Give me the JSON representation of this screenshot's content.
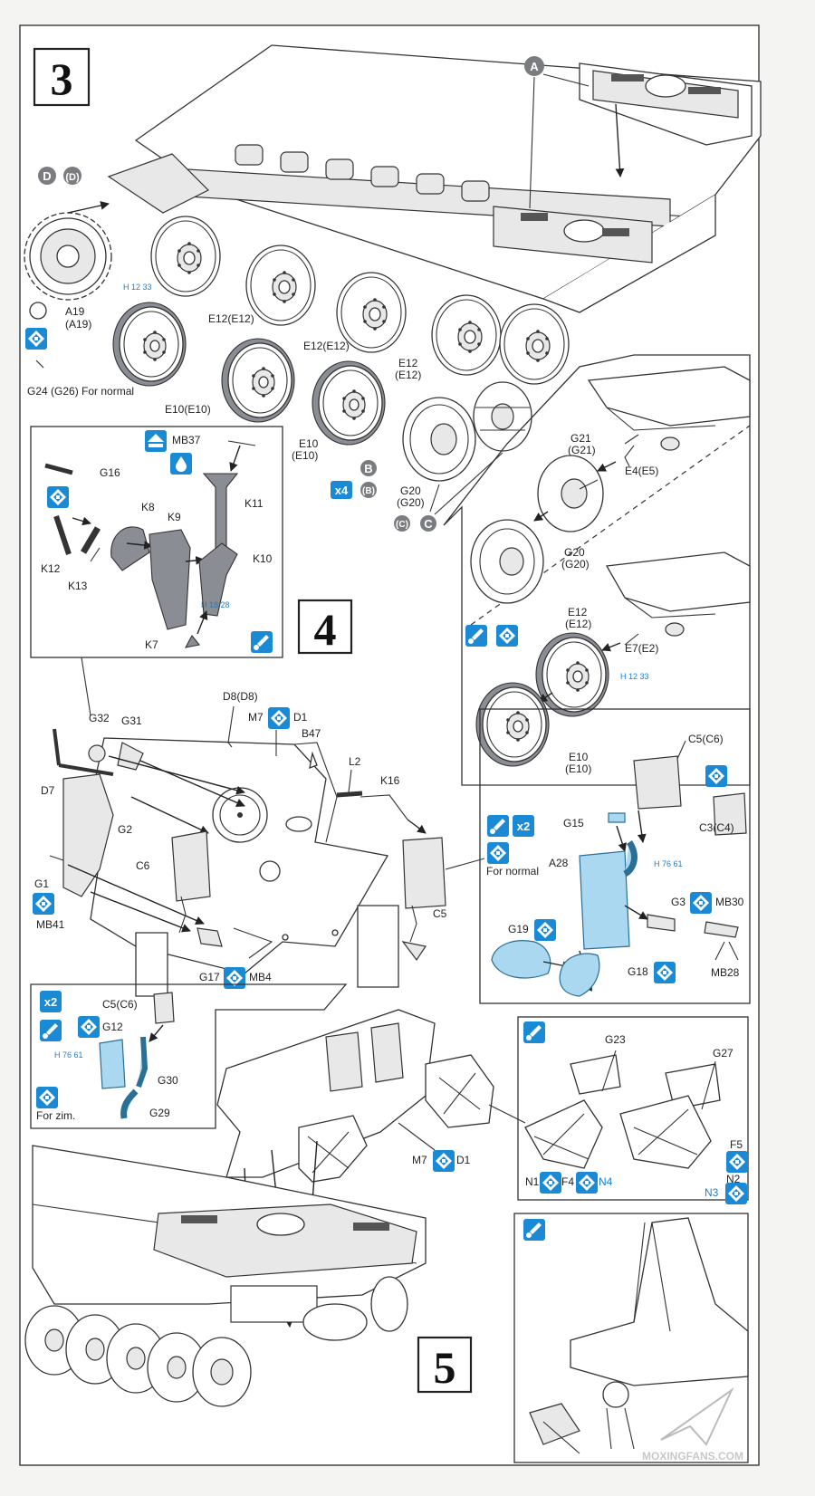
{
  "steps": {
    "step3": "3",
    "step4": "4",
    "step5": "5"
  },
  "callouts": {
    "A": "A",
    "B": "B",
    "B_paren": "(B)",
    "C": "C",
    "C_paren": "(C)",
    "D": "D",
    "D_paren": "(D)",
    "x4": "x4",
    "x2": "x2",
    "x2b": "x2"
  },
  "labels": {
    "a19": "A19",
    "a19p": "(A19)",
    "g24": "G24 (G26) For normal",
    "e10_1": "E10(E10)",
    "e12_1": "E12(E12)",
    "e12_2": "E12(E12)",
    "e12_3a": "E12",
    "e12_3b": "(E12)",
    "e10_2a": "E10",
    "e10_2b": "(E10)",
    "g20a": "G20",
    "g20b": "(G20)",
    "h_1233": "H 12 33",
    "g21a": "G21",
    "g21b": "(G21)",
    "e4e5": "E4(E5)",
    "g20c": "G20",
    "g20d": "(G20)",
    "e12_4a": "E12",
    "e12_4b": "(E12)",
    "e7e2": "E7(E2)",
    "h_1233b": "H 12 33",
    "e10_3a": "E10",
    "e10_3b": "(E10)",
    "mb37": "MB37",
    "g16": "G16",
    "k11": "K11",
    "k8": "K8",
    "k9": "K9",
    "k10": "K10",
    "k12": "K12",
    "k13": "K13",
    "h_1828": "H 18 28",
    "k7": "K7",
    "d8": "D8(D8)",
    "m7": "M7",
    "d1": "D1",
    "b47": "B47",
    "l2": "L2",
    "k16": "K16",
    "g32": "G32",
    "g31": "G31",
    "d7": "D7",
    "g2": "G2",
    "c6": "C6",
    "g1": "G1",
    "mb41": "MB41",
    "c5": "C5",
    "g17": "G17",
    "mb4": "MB4",
    "c5c6": "C5(C6)",
    "c3c4": "C3(C4)",
    "g15": "G15",
    "for_normal": "For normal",
    "a28": "A28",
    "h_7661": "H 76 61",
    "g3": "G3",
    "mb30": "MB30",
    "g19": "G19",
    "g18": "G18",
    "mb28": "MB28",
    "c5c6b": "C5(C6)",
    "g12": "G12",
    "h_7661b": "H 76 61",
    "g30": "G30",
    "for_zim": "For zim.",
    "g29": "G29",
    "m7b": "M7",
    "d1b": "D1",
    "g23": "G23",
    "g27": "G27",
    "n1": "N1",
    "f4": "F4",
    "n4": "N4",
    "f5": "F5",
    "n2": "N2",
    "n3": "N3"
  },
  "watermark": "MOXINGFANS.COM",
  "colors": {
    "accent_blue": "#1a8ad4",
    "part_blue": "#a9d8f0",
    "gray_callout": "#7a7c80"
  }
}
